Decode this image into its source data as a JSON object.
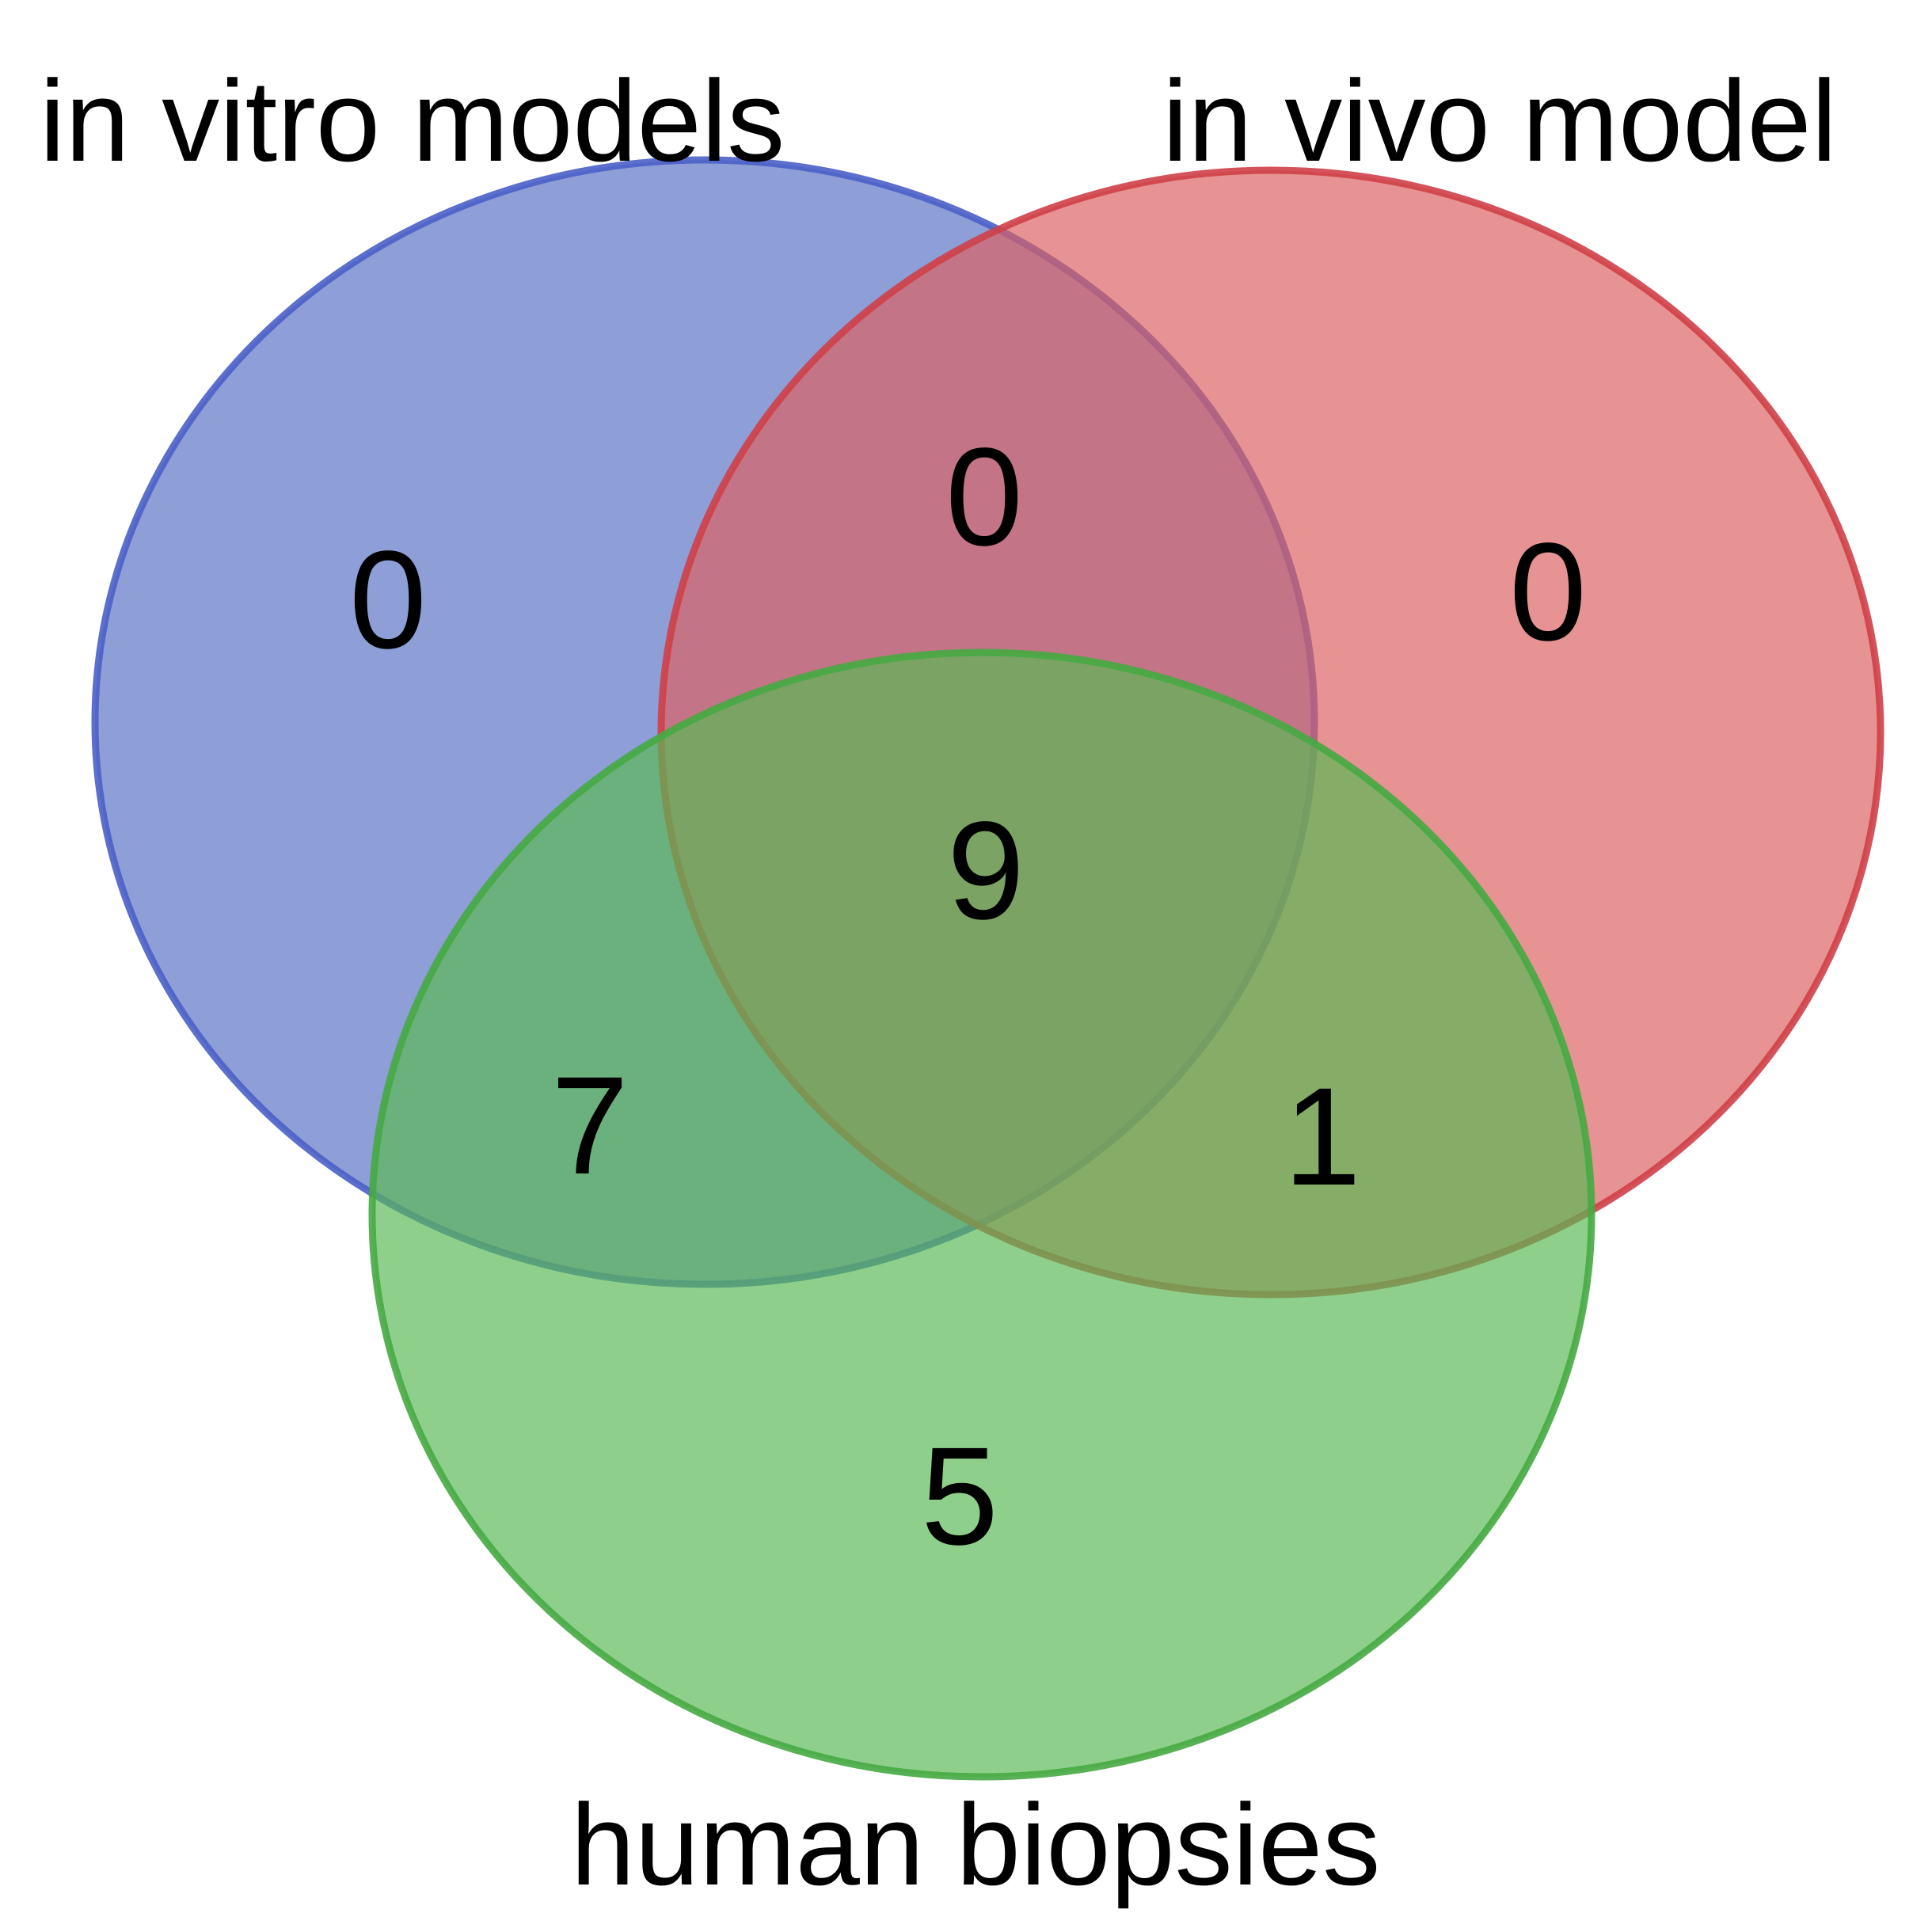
{
  "venn": {
    "sets": [
      {
        "id": "in_vitro",
        "label": "in vitro models",
        "fill": "#5870c4",
        "stroke": "#4a5fc8"
      },
      {
        "id": "in_vivo",
        "label": "in vivo model",
        "fill": "#dc6060",
        "stroke": "#cf4048"
      },
      {
        "id": "human",
        "label": "human biopsies",
        "fill": "#59b954",
        "stroke": "#46aa42"
      }
    ],
    "regions": {
      "in_vitro_only": "0",
      "in_vivo_only": "0",
      "human_only": "5",
      "in_vitro_and_in_vivo": "0",
      "in_vitro_and_human": "7",
      "in_vivo_and_human": "1",
      "all_three": "9"
    }
  }
}
